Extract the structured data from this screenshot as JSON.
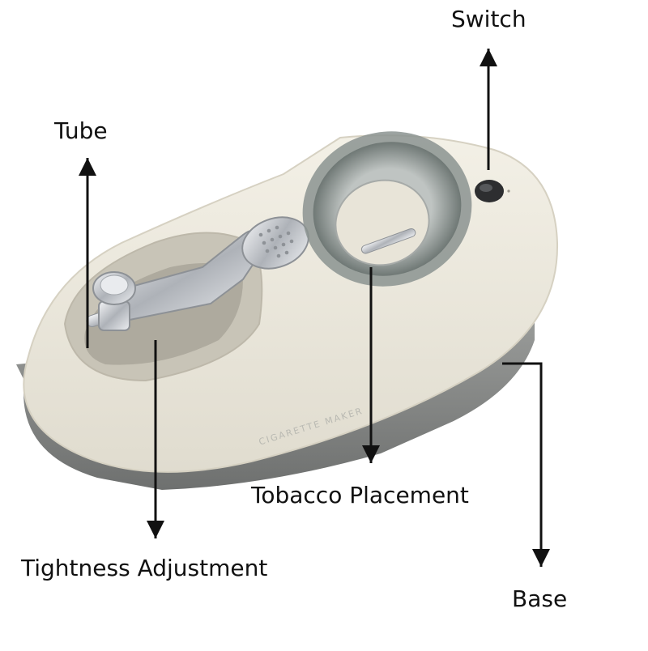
{
  "labels": {
    "switch": "Switch",
    "tube": "Tube",
    "tobacco_placement": "Tobacco Placement",
    "tightness_adjustment": "Tightness Adjustment",
    "base": "Base"
  },
  "product": {
    "engraving": "CIGARETTE MAKER"
  },
  "colors": {
    "body": "#ece8db",
    "base": "#8a8c8a",
    "hopper": "#7f8784",
    "chrome": "#c9ccd0",
    "arrow": "#111111"
  }
}
